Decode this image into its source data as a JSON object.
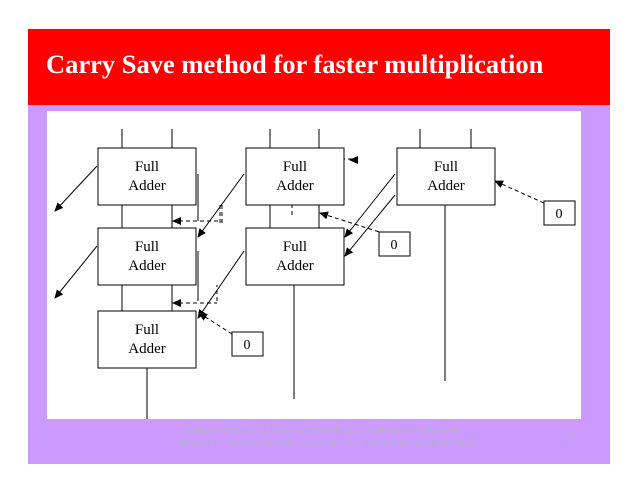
{
  "slide": {
    "title": "Carry Save method for faster multiplication",
    "footer_line1": "Schaum's Outline of Theory and Problems of Computer Architecture",
    "footer_line2": "Copyright © The McGraw-Hill Companies Inc. Indian Special Edition 2009",
    "page_number": "18"
  },
  "diagram": {
    "adders": [
      {
        "line1": "Full",
        "line2": "Adder"
      },
      {
        "line1": "Full",
        "line2": "Adder"
      },
      {
        "line1": "Full",
        "line2": "Adder"
      },
      {
        "line1": "Full",
        "line2": "Adder"
      },
      {
        "line1": "Full",
        "line2": "Adder"
      },
      {
        "line1": "Full",
        "line2": "Adder"
      }
    ],
    "zero_inputs": [
      "0",
      "0",
      "0"
    ]
  },
  "colors": {
    "title_background": "#ff0000",
    "title_text": "#ffffff",
    "panel_background": "#cc99ff",
    "diagram_background": "#ffffff",
    "footer_text": "#b0b0c8"
  }
}
